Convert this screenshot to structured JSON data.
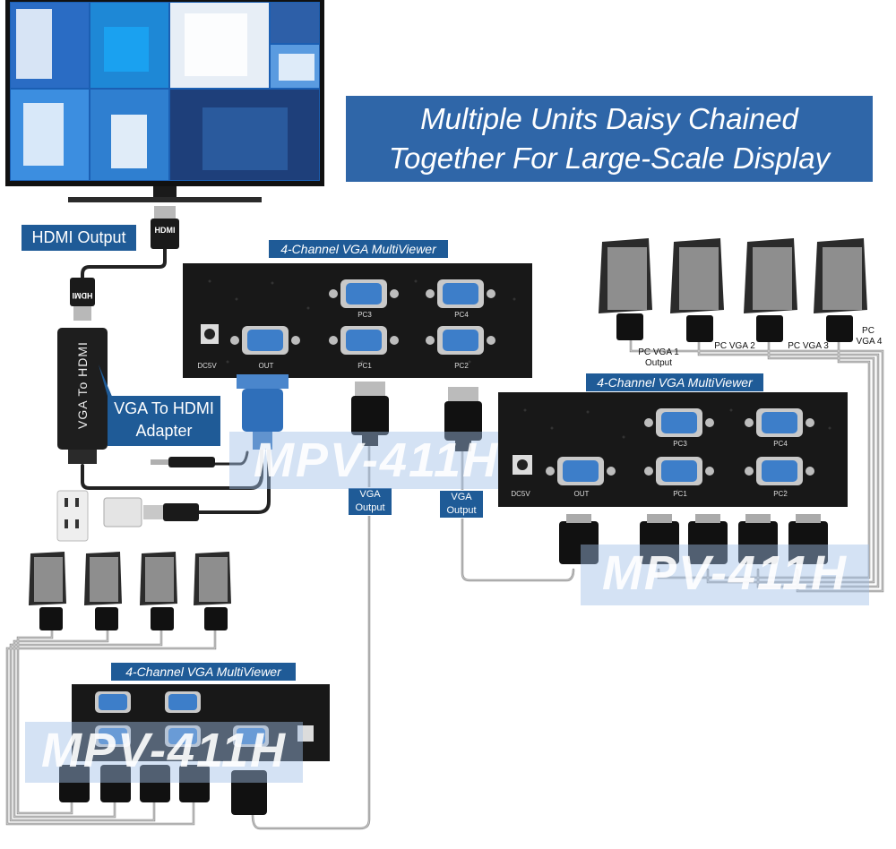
{
  "title": {
    "line1": "Multiple Units Daisy Chained",
    "line2": "Together For Large-Scale Display"
  },
  "labels": {
    "hdmi_output": "HDMI Output",
    "adapter_line1": "VGA To HDMI",
    "adapter_line2": "Adapter",
    "adapter_body": "VGA To HDMI",
    "hdmi_plug": "HDMI",
    "vga_output_line1": "VGA",
    "vga_output_line2": "Output"
  },
  "units": [
    {
      "name": "4-Channel VGA MultiViewer",
      "watermark": "MPV-411H",
      "ports": {
        "pc1": "PC1",
        "pc2": "PC2",
        "pc3": "PC3",
        "pc4": "PC4",
        "out": "OUT",
        "dc": "DC5V"
      }
    },
    {
      "name": "4-Channel VGA MultiViewer",
      "watermark": "MPV-411H",
      "ports": {
        "pc1": "PC1",
        "pc2": "PC2",
        "pc3": "PC3",
        "pc4": "PC4",
        "out": "OUT",
        "dc": "DC5V"
      }
    },
    {
      "name": "4-Channel VGA MultiViewer",
      "watermark": "MPV-411H"
    }
  ],
  "right_pc_labels": {
    "pc1": "PC VGA 1",
    "output": "Output",
    "pc2": "PC VGA 2",
    "pc3": "PC VGA 3",
    "pc4_line1": "PC",
    "pc4_line2": "VGA 4"
  },
  "colors": {
    "tag_blue": "#2f66a8",
    "connector_blue": "#3d7ec9",
    "device_black": "#1c1c1c",
    "cable_gray": "#9a9a9a"
  }
}
